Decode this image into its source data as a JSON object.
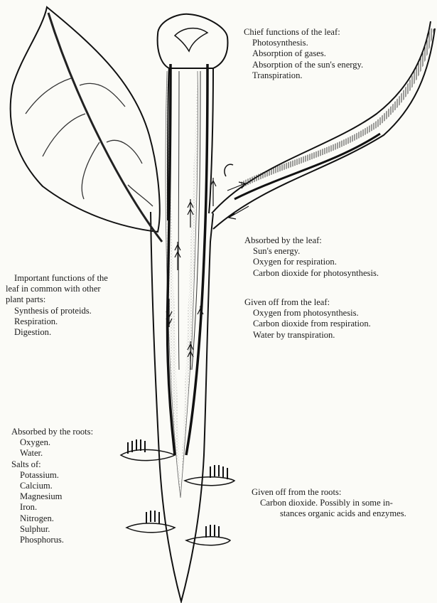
{
  "leaf_functions": {
    "heading": "Chief functions of the leaf:",
    "items": [
      "Photosynthesis.",
      "Absorption of gases.",
      "Absorption of the sun's energy.",
      "Transpiration."
    ]
  },
  "common_functions": {
    "heading_lines": [
      "Important functions of the",
      "leaf in common with other",
      "plant parts:"
    ],
    "items": [
      "Synthesis of proteids.",
      "Respiration.",
      "Digestion."
    ]
  },
  "absorbed_leaf": {
    "heading": "Absorbed by the leaf:",
    "items": [
      "Sun's energy.",
      "Oxygen for respiration.",
      "Carbon dioxide for photosynthesis."
    ]
  },
  "given_off_leaf": {
    "heading": "Given off from the leaf:",
    "items": [
      "Oxygen from photosynthesis.",
      "Carbon dioxide from respiration.",
      "Water by transpiration."
    ]
  },
  "absorbed_roots": {
    "heading": "Absorbed by the roots:",
    "items": [
      "Oxygen.",
      "Water."
    ],
    "salts_heading": "Salts of:",
    "salts": [
      "Potassium.",
      "Calcium.",
      "Magnesium",
      "Iron.",
      "Nitrogen.",
      "Sulphur.",
      "Phosphorus."
    ]
  },
  "given_off_roots": {
    "heading": "Given off from the roots:",
    "lines": [
      "Carbon dioxide.  Possibly in some in-",
      "stances organic acids and enzymes."
    ]
  }
}
